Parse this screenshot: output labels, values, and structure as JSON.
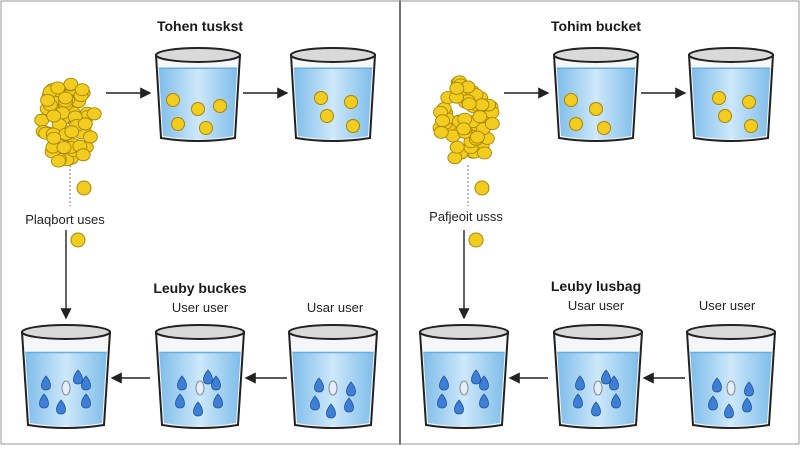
{
  "colors": {
    "coin": "#f2cc1f",
    "coin_edge": "#a88600",
    "water": "#9fd0f2",
    "water_light": "#cde8fa",
    "drop": "#3d7fd6",
    "drop_edge": "#1d4f96",
    "glass": "#f4f6f8",
    "rim": "#d9d9d9",
    "line": "#222222"
  },
  "panels": [
    {
      "top_title": "Tohen tuskst",
      "pile_label": "Plaqbort uses",
      "bottom_title": "Leuby buckes",
      "user_label_left": "User user",
      "user_label_right": "Usar user",
      "top_buckets": [
        {
          "coins": 5,
          "contents_icon": "coin-icon"
        },
        {
          "coins": 4,
          "contents_icon": "coin-icon"
        }
      ],
      "bottom_buckets": [
        {
          "drops": 6,
          "contents_icon": "water-drop-icon"
        },
        {
          "drops": 6,
          "contents_icon": "water-drop-icon"
        },
        {
          "drops": 5,
          "contents_icon": "water-drop-icon"
        }
      ]
    },
    {
      "top_title": "Tohim bucket",
      "pile_label": "Pafjeoit usss",
      "bottom_title": "Leuby lusbag",
      "user_label_left": "Usar user",
      "user_label_right": "User user",
      "top_buckets": [
        {
          "coins": 4,
          "contents_icon": "coin-icon"
        },
        {
          "coins": 4,
          "contents_icon": "coin-icon"
        }
      ],
      "bottom_buckets": [
        {
          "drops": 6,
          "contents_icon": "water-drop-icon"
        },
        {
          "drops": 6,
          "contents_icon": "water-drop-icon"
        },
        {
          "drops": 5,
          "contents_icon": "water-drop-icon"
        }
      ]
    }
  ]
}
